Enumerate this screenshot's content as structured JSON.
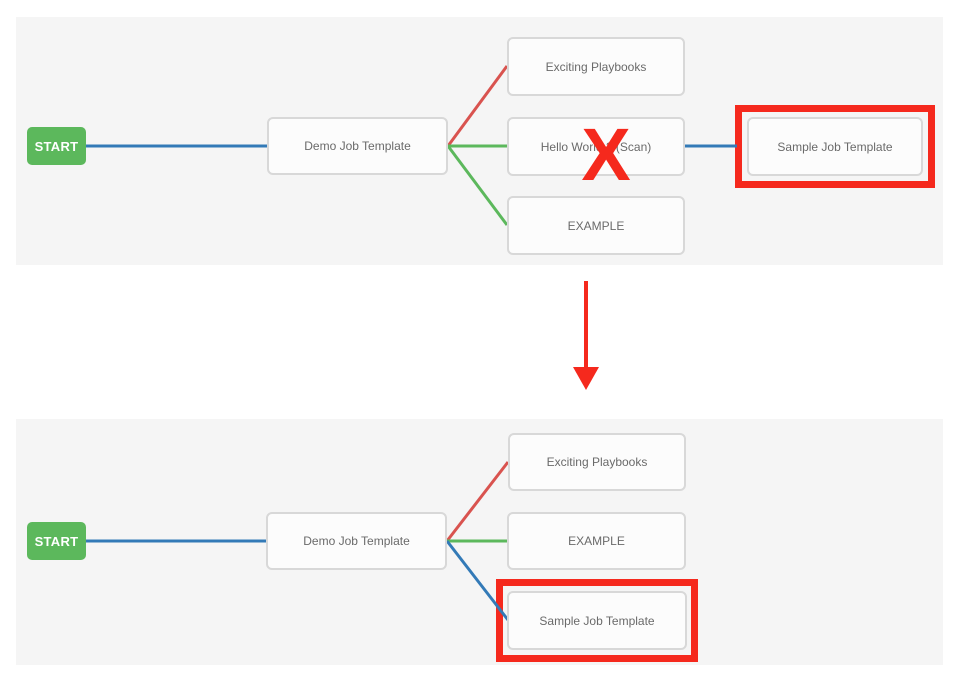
{
  "colors": {
    "page_bg": "#ffffff",
    "panel_bg": "#f5f5f5",
    "node_bg": "#fcfcfc",
    "node_border": "#d8d8d8",
    "node_text": "#6a6a6a",
    "start_bg": "#5cb85c",
    "start_text": "#ffffff",
    "edge_blue": "#337ab7",
    "edge_red": "#d9534f",
    "edge_green": "#5cb85c",
    "annotation_red": "#f5291d"
  },
  "workflow_before": {
    "start_label": "START",
    "root_node": "Demo Job Template",
    "branch_nodes": [
      "Exciting Playbooks",
      "Hello World 2 (Scan)",
      "EXAMPLE"
    ],
    "leaf_node": "Sample Job Template",
    "delete_mark": "X"
  },
  "workflow_after": {
    "start_label": "START",
    "root_node": "Demo Job Template",
    "branch_nodes": [
      "Exciting Playbooks",
      "EXAMPLE",
      "Sample Job Template"
    ]
  }
}
